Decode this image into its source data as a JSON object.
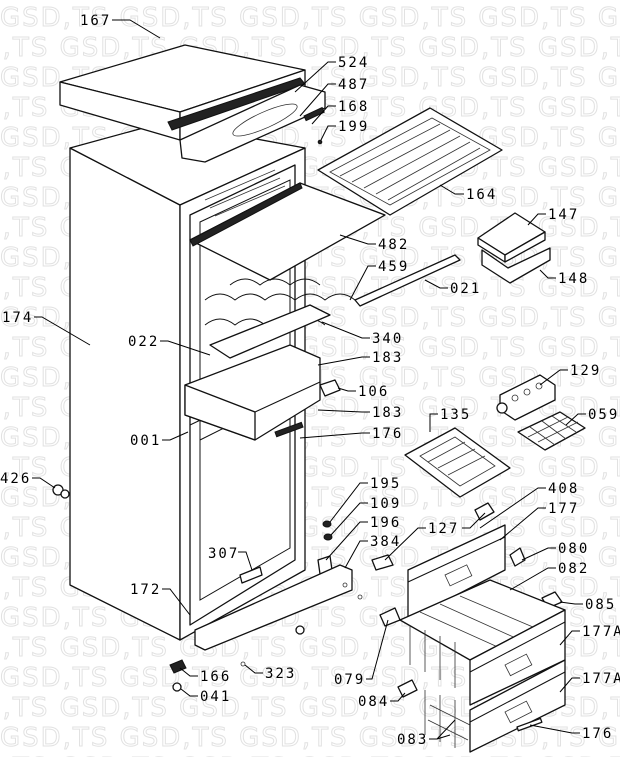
{
  "diagram": {
    "watermark": "GSD,TS",
    "labels": {
      "l167": "167",
      "l524": "524",
      "l487": "487",
      "l168": "168",
      "l199": "199",
      "l164": "164",
      "l147": "147",
      "l482": "482",
      "l459": "459",
      "l148": "148",
      "l021": "021",
      "l174": "174",
      "l022": "022",
      "l340": "340",
      "l183a": "183",
      "l106": "106",
      "l129": "129",
      "l183b": "183",
      "l001": "001",
      "l176a": "176",
      "l059": "059",
      "l135": "135",
      "l426": "426",
      "l195": "195",
      "l408": "408",
      "l109": "109",
      "l127": "127",
      "l177": "177",
      "l196": "196",
      "l384": "384",
      "l080": "080",
      "l307": "307",
      "l082": "082",
      "l172": "172",
      "l085": "085",
      "l177Aa": "177A",
      "l079": "079",
      "l166": "166",
      "l323": "323",
      "l177Ab": "177A",
      "l041": "041",
      "l084": "084",
      "l083": "083",
      "l176b": "176"
    }
  }
}
